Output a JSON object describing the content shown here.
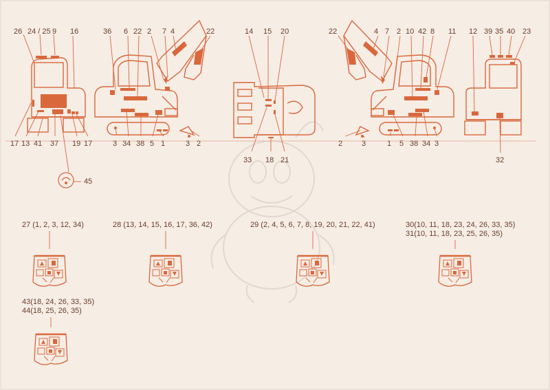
{
  "colors": {
    "background": "#f6ede5",
    "line": "#d9683c",
    "decal": "#d9683c",
    "text": "#6a3e2a",
    "watermark": "#e0d6cf"
  },
  "callouts": {
    "c26": "26",
    "c24_25": "24 / 25",
    "c9a": "9",
    "c16": "16",
    "c17a": "17",
    "c13": "13",
    "c41": "41",
    "c37": "37",
    "c19": "19",
    "c17b": "17",
    "c45": "45",
    "c36": "36",
    "c6": "6",
    "c22a": "22",
    "c2a": "2",
    "c7a": "7",
    "c4a": "4",
    "c22b": "22",
    "c3a": "3",
    "c34a": "34",
    "c38a": "38",
    "c5a": "5",
    "c1a": "1",
    "c3b": "3",
    "c2b": "2",
    "c14": "14",
    "c15": "15",
    "c20": "20",
    "c33": "33",
    "c18": "18",
    "c21": "21",
    "c22c": "22",
    "c4b": "4",
    "c7b": "7",
    "c2c": "2",
    "c10": "10",
    "c42": "42",
    "c8": "8",
    "c11": "11",
    "c2d": "2",
    "c3c": "3",
    "c1b": "1",
    "c5b": "5",
    "c38b": "38",
    "c34b": "34",
    "c3d": "3",
    "c12": "12",
    "c39": "39",
    "c35": "35",
    "c40": "40",
    "c23": "23",
    "c32": "32"
  },
  "kits": {
    "k27": "27 (1, 2, 3, 12, 34)",
    "k28": "28 (13, 14, 15, 16, 17, 36, 42)",
    "k29": "29 (2, 4, 5, 6, 7, 8, 19, 20, 21, 22, 41)",
    "k30": "30(10, 11, 18, 23, 24, 26, 33, 35)",
    "k31": "31(10, 11, 18, 23, 25, 26, 35)",
    "k43": "43(18, 24, 26, 33, 35)",
    "k44": "44(18, 25, 26, 35)"
  }
}
